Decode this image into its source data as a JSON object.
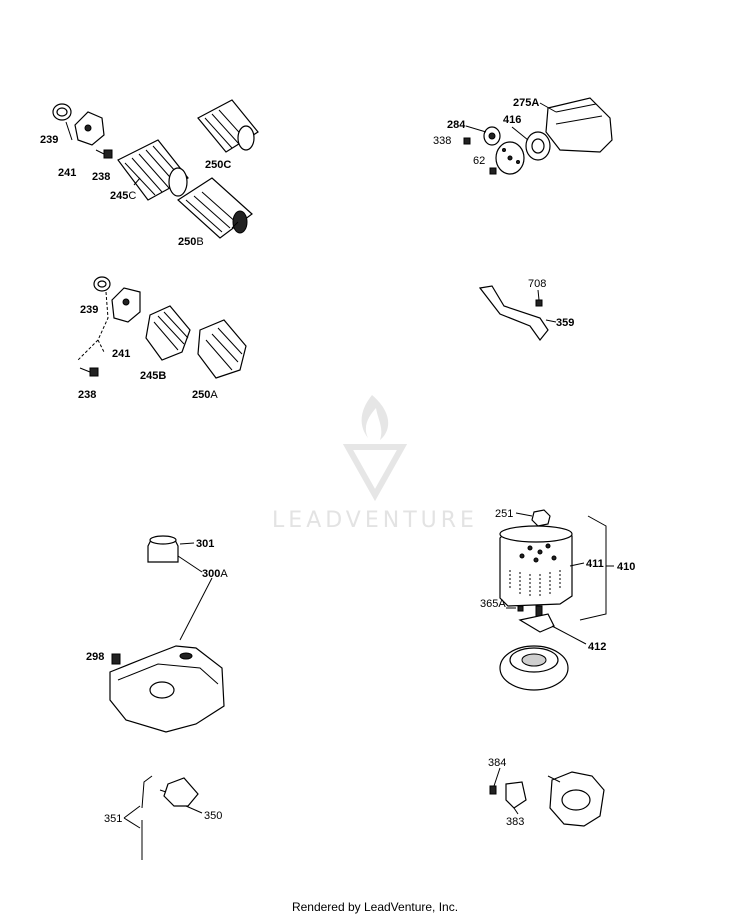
{
  "watermark": "LEADVENTURE",
  "footer": "Rendered by LeadVenture, Inc.",
  "callouts": {
    "c239a": "239",
    "c241a": "241",
    "c238a": "238",
    "c245c_num": "245",
    "c245c_suf": "C",
    "c250c": "250C",
    "c250b_num": "250",
    "c250b_suf": "B",
    "c239b": "239",
    "c241b": "241",
    "c238b": "238",
    "c245b": "245B",
    "c250a_num": "250",
    "c250a_suf": "A",
    "c275a": "275A",
    "c284": "284",
    "c416": "416",
    "c338": "338",
    "c62": "62",
    "c708": "708",
    "c359": "359",
    "c301": "301",
    "c300a_num": "300",
    "c300a_suf": "A",
    "c298": "298",
    "c351": "351",
    "c350": "350",
    "c251": "251",
    "c411": "411",
    "c410": "410",
    "c365a": "365A",
    "c412": "412",
    "c384": "384",
    "c383": "383"
  }
}
